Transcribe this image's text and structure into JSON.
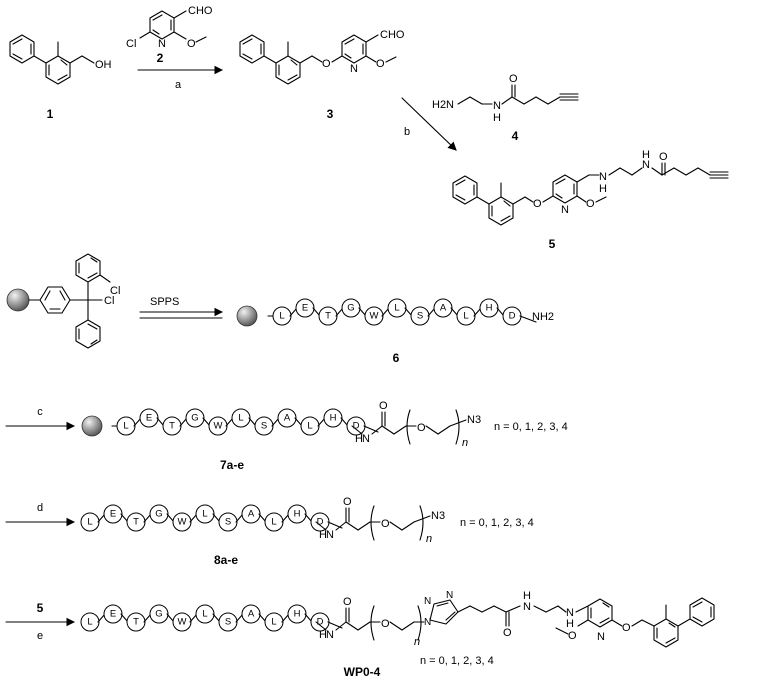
{
  "compounds": {
    "c1": "1",
    "c2": "2",
    "c3": "3",
    "c4": "4",
    "c5": "5",
    "c5_reagent": "5",
    "c6": "6",
    "c7": "7a-e",
    "c8": "8a-e",
    "wp": "WP0-4"
  },
  "steps": {
    "a": "a",
    "b": "b",
    "c": "c",
    "d": "d",
    "e": "e",
    "spps": "SPPS"
  },
  "atoms": {
    "oh": "OH",
    "cl": "Cl",
    "cho": "CHO",
    "o": "O",
    "n": "N",
    "h": "H",
    "h2n": "H2N",
    "nh2": "NH2",
    "n3": "N3",
    "n_it": "n"
  },
  "peptide": [
    "L",
    "E",
    "T",
    "G",
    "W",
    "L",
    "S",
    "A",
    "L",
    "H",
    "D"
  ],
  "n_range": "n = 0, 1, 2, 3, 4",
  "colors": {
    "bond": "#000000",
    "resin_light": "#f2f2f2",
    "resin_dark": "#5a5a5a"
  }
}
